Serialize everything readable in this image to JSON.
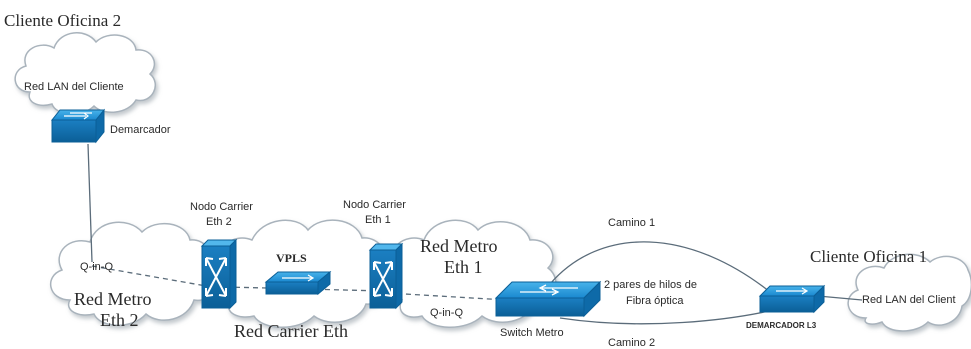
{
  "labels": {
    "client_office_2": "Cliente Oficina 2",
    "client_office_1": "Cliente Oficina 1",
    "lan_left": "Red LAN del Cliente",
    "lan_right": "Red LAN del Client",
    "demarcador": "Demarcador",
    "demarcador_l3": "DEMARCADOR L3",
    "nodo_carrier_eth2_line1": "Nodo Carrier",
    "nodo_carrier_eth2_line2": "Eth 2",
    "nodo_carrier_eth1_line1": "Nodo Carrier",
    "nodo_carrier_eth1_line2": "Eth 1",
    "vpls": "VPLS",
    "red_carrier_eth": "Red Carrier Eth",
    "red_metro_eth2_line1": "Red Metro",
    "red_metro_eth2_line2": "Eth 2",
    "red_metro_eth1_line1": "Red Metro",
    "red_metro_eth1_line2": "Eth 1",
    "qinq_left": "Q-in-Q",
    "qinq_right": "Q-in-Q",
    "switch_metro": "Switch Metro",
    "camino1": "Camino 1",
    "camino2": "Camino 2",
    "fiber_line1": "2 pares de hilos de",
    "fiber_line2": "Fibra óptica"
  },
  "colors": {
    "device_blue": "#1e8fd4",
    "device_dark": "#0b5f97",
    "cloud_stroke": "#a9b3bc",
    "link_line": "#5b6c7a"
  }
}
